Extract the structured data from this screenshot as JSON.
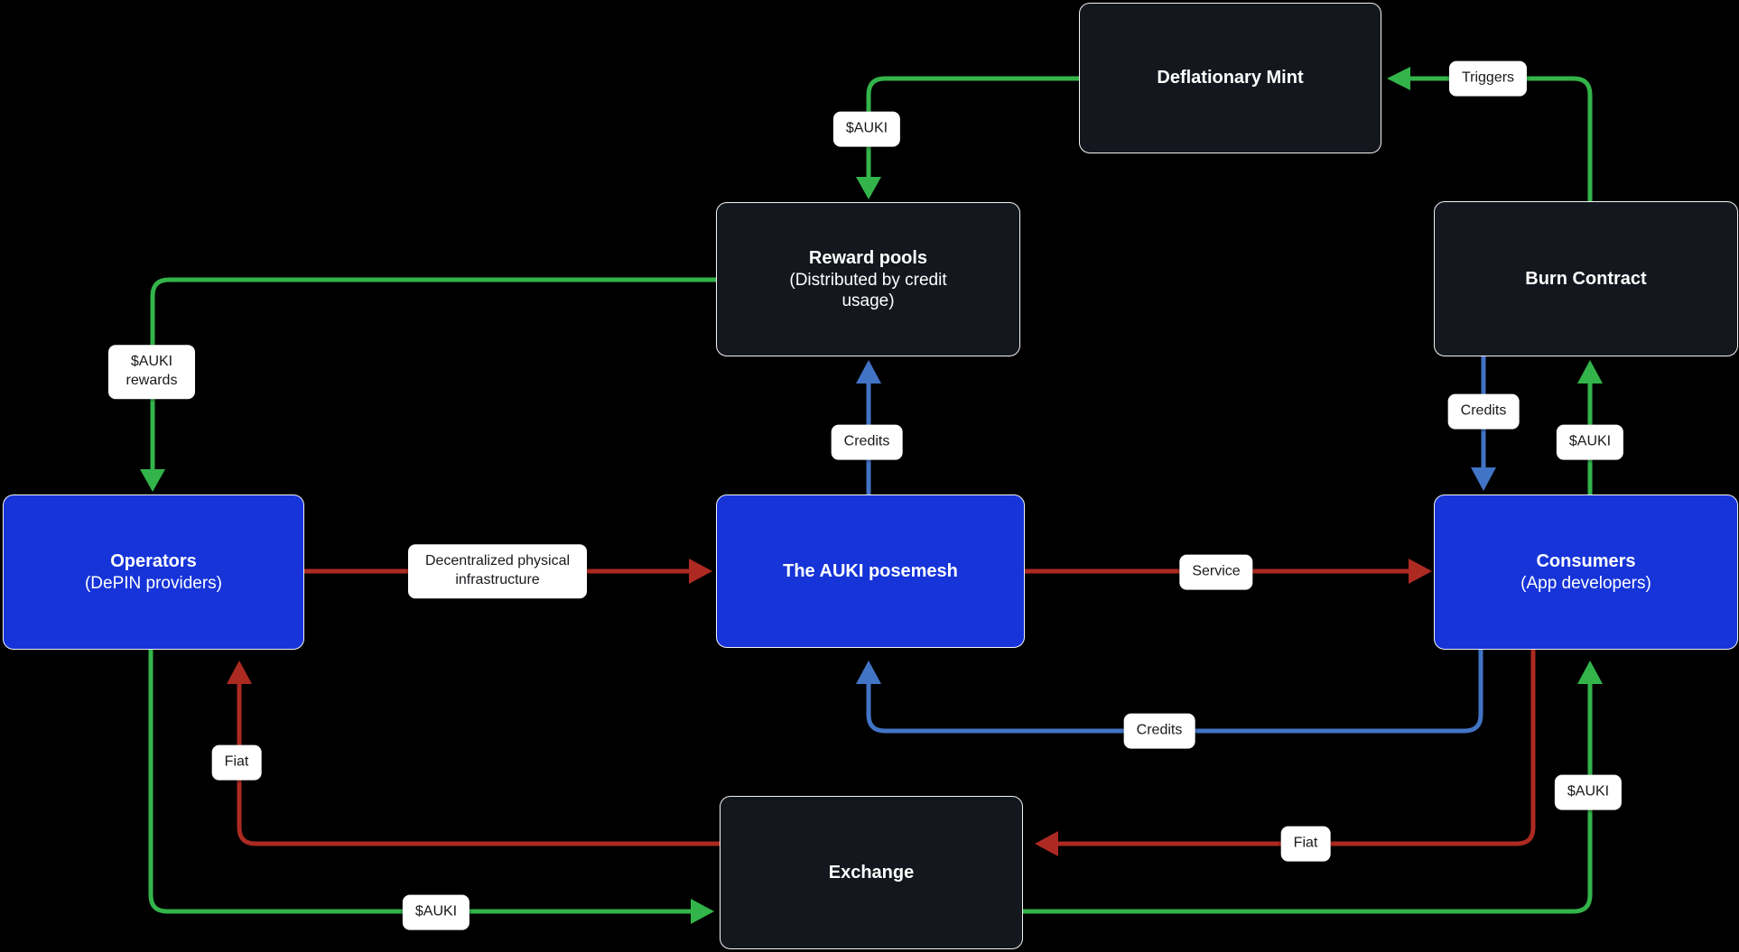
{
  "colors": {
    "background": "#000000",
    "green": "#33b44a",
    "red": "#ac2a22",
    "blue": "#4274c6",
    "node_blue": "#1634d8",
    "node_dark": "#14171e",
    "node_border": "#f4f5f6",
    "node_text": "#ffffff",
    "label_bg": "#ffffff",
    "label_text": "#17191c"
  },
  "nodes": {
    "deflationary_mint": {
      "title": "Deflationary Mint"
    },
    "reward_pools": {
      "title": "Reward pools",
      "subtitle": "(Distributed by credit usage)"
    },
    "burn_contract": {
      "title": "Burn Contract"
    },
    "operators": {
      "title": "Operators",
      "subtitle": "(DePIN providers)"
    },
    "posemesh": {
      "title": "The AUKI posemesh"
    },
    "consumers": {
      "title": "Consumers",
      "subtitle": "(App developers)"
    },
    "exchange": {
      "title": "Exchange"
    }
  },
  "edges": {
    "burn_contract_to_deflationary_mint": {
      "label": "Triggers",
      "color": "green"
    },
    "deflationary_mint_to_reward_pools": {
      "label": "$AUKI",
      "color": "green"
    },
    "reward_pools_to_operators": {
      "label": "$AUKI rewards",
      "color": "green"
    },
    "consumers_to_burn_contract": {
      "label": "$AUKI",
      "color": "green"
    },
    "operators_to_exchange": {
      "label": "$AUKI",
      "color": "green"
    },
    "exchange_to_consumers": {
      "label": "$AUKI",
      "color": "green"
    },
    "operators_to_posemesh": {
      "label": "Decentralized physical infrastructure",
      "color": "red"
    },
    "posemesh_to_consumers": {
      "label": "Service",
      "color": "red"
    },
    "consumers_to_exchange": {
      "label": "Fiat",
      "color": "red"
    },
    "exchange_to_operators": {
      "label": "Fiat",
      "color": "red"
    },
    "posemesh_to_reward_pools": {
      "label": "Credits",
      "color": "blue"
    },
    "burn_contract_to_consumers": {
      "label": "Credits",
      "color": "blue"
    },
    "consumers_to_posemesh": {
      "label": "Credits",
      "color": "blue"
    }
  }
}
